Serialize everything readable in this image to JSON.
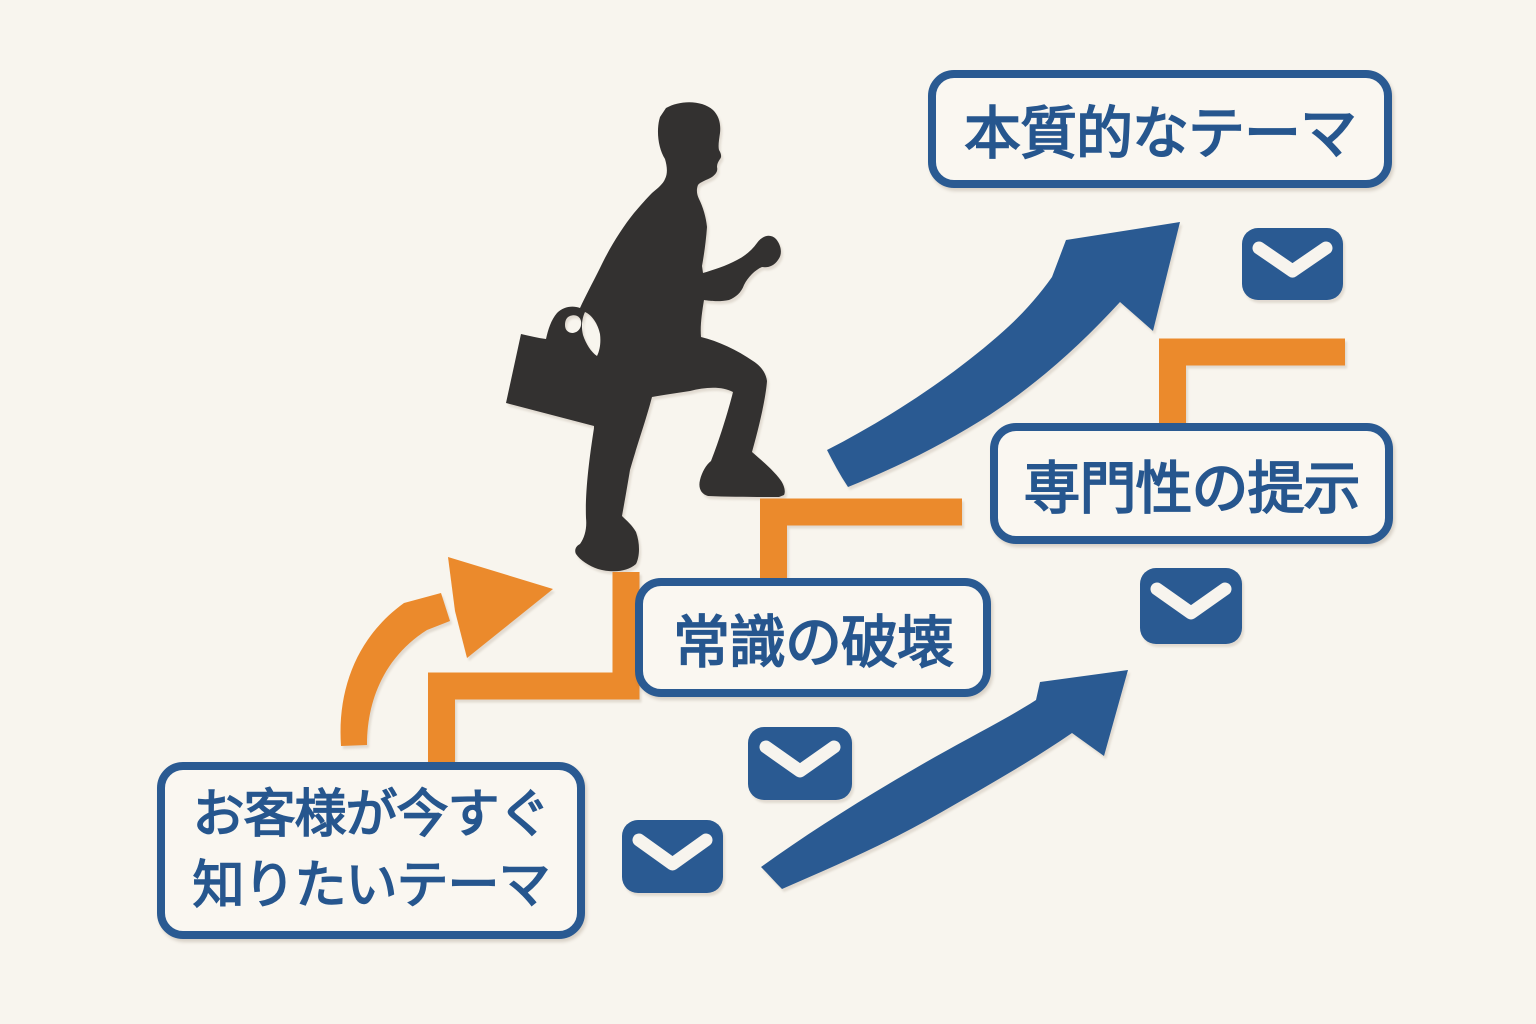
{
  "palette": {
    "blue": "#2a5a92",
    "text_blue": "#26568e",
    "orange": "#eb8a2c",
    "silhouette": "#333130",
    "background": "#f8f5ee",
    "chevron_white": "#f7f4ee"
  },
  "diagram": {
    "steps": [
      {
        "order": 1,
        "lines": [
          "お客様が今すぐ",
          "知りたいテーマ"
        ]
      },
      {
        "order": 2,
        "lines": [
          "常識の破壊"
        ]
      },
      {
        "order": 3,
        "lines": [
          "専門性の提示"
        ]
      },
      {
        "order": 4,
        "lines": [
          "本質的なテーマ"
        ]
      }
    ],
    "icons": {
      "envelope": "✉",
      "growth_arrow": "↗",
      "step_arrow": "↗",
      "businessman": "businessman-climbing-stairs-silhouette"
    },
    "envelope_count": 4
  }
}
